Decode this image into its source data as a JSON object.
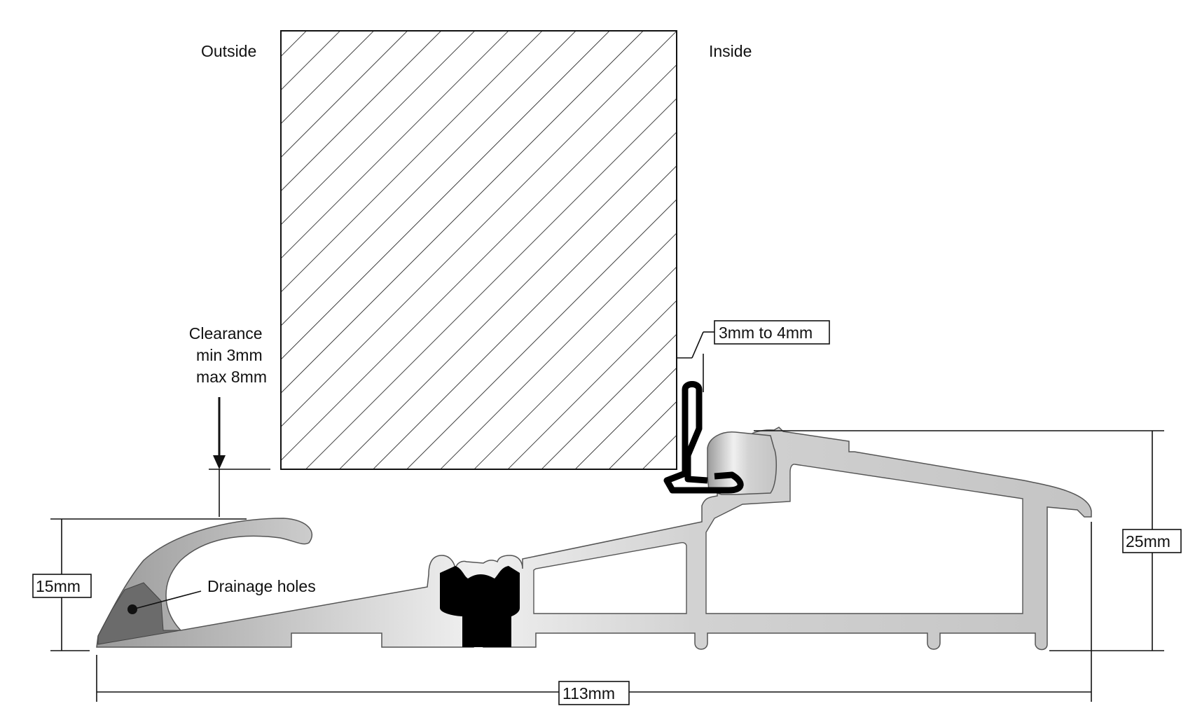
{
  "labels": {
    "outside": "Outside",
    "inside": "Inside",
    "clearance": [
      "Clearance",
      "min 3mm",
      "max 8mm"
    ],
    "gap": "3mm to 4mm",
    "drainage": "Drainage holes"
  },
  "dimensions": {
    "ramp_height": "15mm",
    "total_height": "25mm",
    "total_width": "113mm"
  },
  "colors": {
    "background": "#ffffff",
    "line": "#111111",
    "aluminium_light": "#e9e9e9",
    "aluminium_mid": "#c8c8c8",
    "aluminium_edge": "#9a9a9a",
    "drain_zone": "#6b6b6b",
    "seal": "#000000"
  }
}
